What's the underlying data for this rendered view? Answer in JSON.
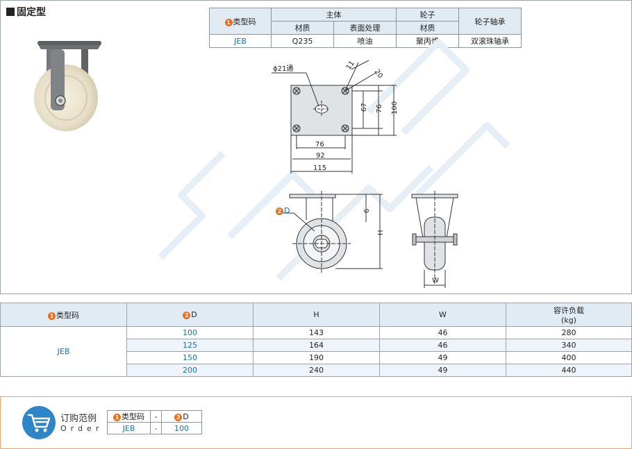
{
  "section_title": "固定型",
  "spec_table": {
    "type_code_label": "类型码",
    "body_label": "主体",
    "wheel_label": "轮子",
    "bearing_label": "轮子轴承",
    "material_label": "材质",
    "surface_label": "表面处理",
    "wheel_material_label": "材质",
    "code": "JEB",
    "body_material": "Q235",
    "surface": "喷油",
    "wheel_material": "聚丙烯",
    "bearing": "双滚珠轴承"
  },
  "badges": {
    "one": "1",
    "two": "2"
  },
  "drawing": {
    "hole": "ϕ21通",
    "d11": "11",
    "d20": "20",
    "d67": "67",
    "d76v": "76",
    "d100": "100",
    "d76h": "76",
    "d92": "92",
    "d115": "115",
    "d6": "6",
    "H": "H",
    "W": "W",
    "D": "D"
  },
  "size_table": {
    "headers": {
      "code": "类型码",
      "d": "D",
      "h": "H",
      "w": "W",
      "load": "容许负载",
      "load_unit": "(kg)"
    },
    "code": "JEB",
    "rows": [
      {
        "d": "100",
        "h": "143",
        "w": "46",
        "load": "280"
      },
      {
        "d": "125",
        "h": "164",
        "w": "46",
        "load": "340"
      },
      {
        "d": "150",
        "h": "190",
        "w": "49",
        "load": "400"
      },
      {
        "d": "200",
        "h": "240",
        "w": "49",
        "load": "440"
      }
    ]
  },
  "order": {
    "title": "订购范例",
    "subtitle": "Order",
    "code_label": "类型码",
    "dash": "-",
    "d_label": "D",
    "code": "JEB",
    "value": "100"
  },
  "colors": {
    "accent": "#ef6d1a",
    "header_bg": "#e1ebf3",
    "link_blue": "#1a6fb5"
  }
}
